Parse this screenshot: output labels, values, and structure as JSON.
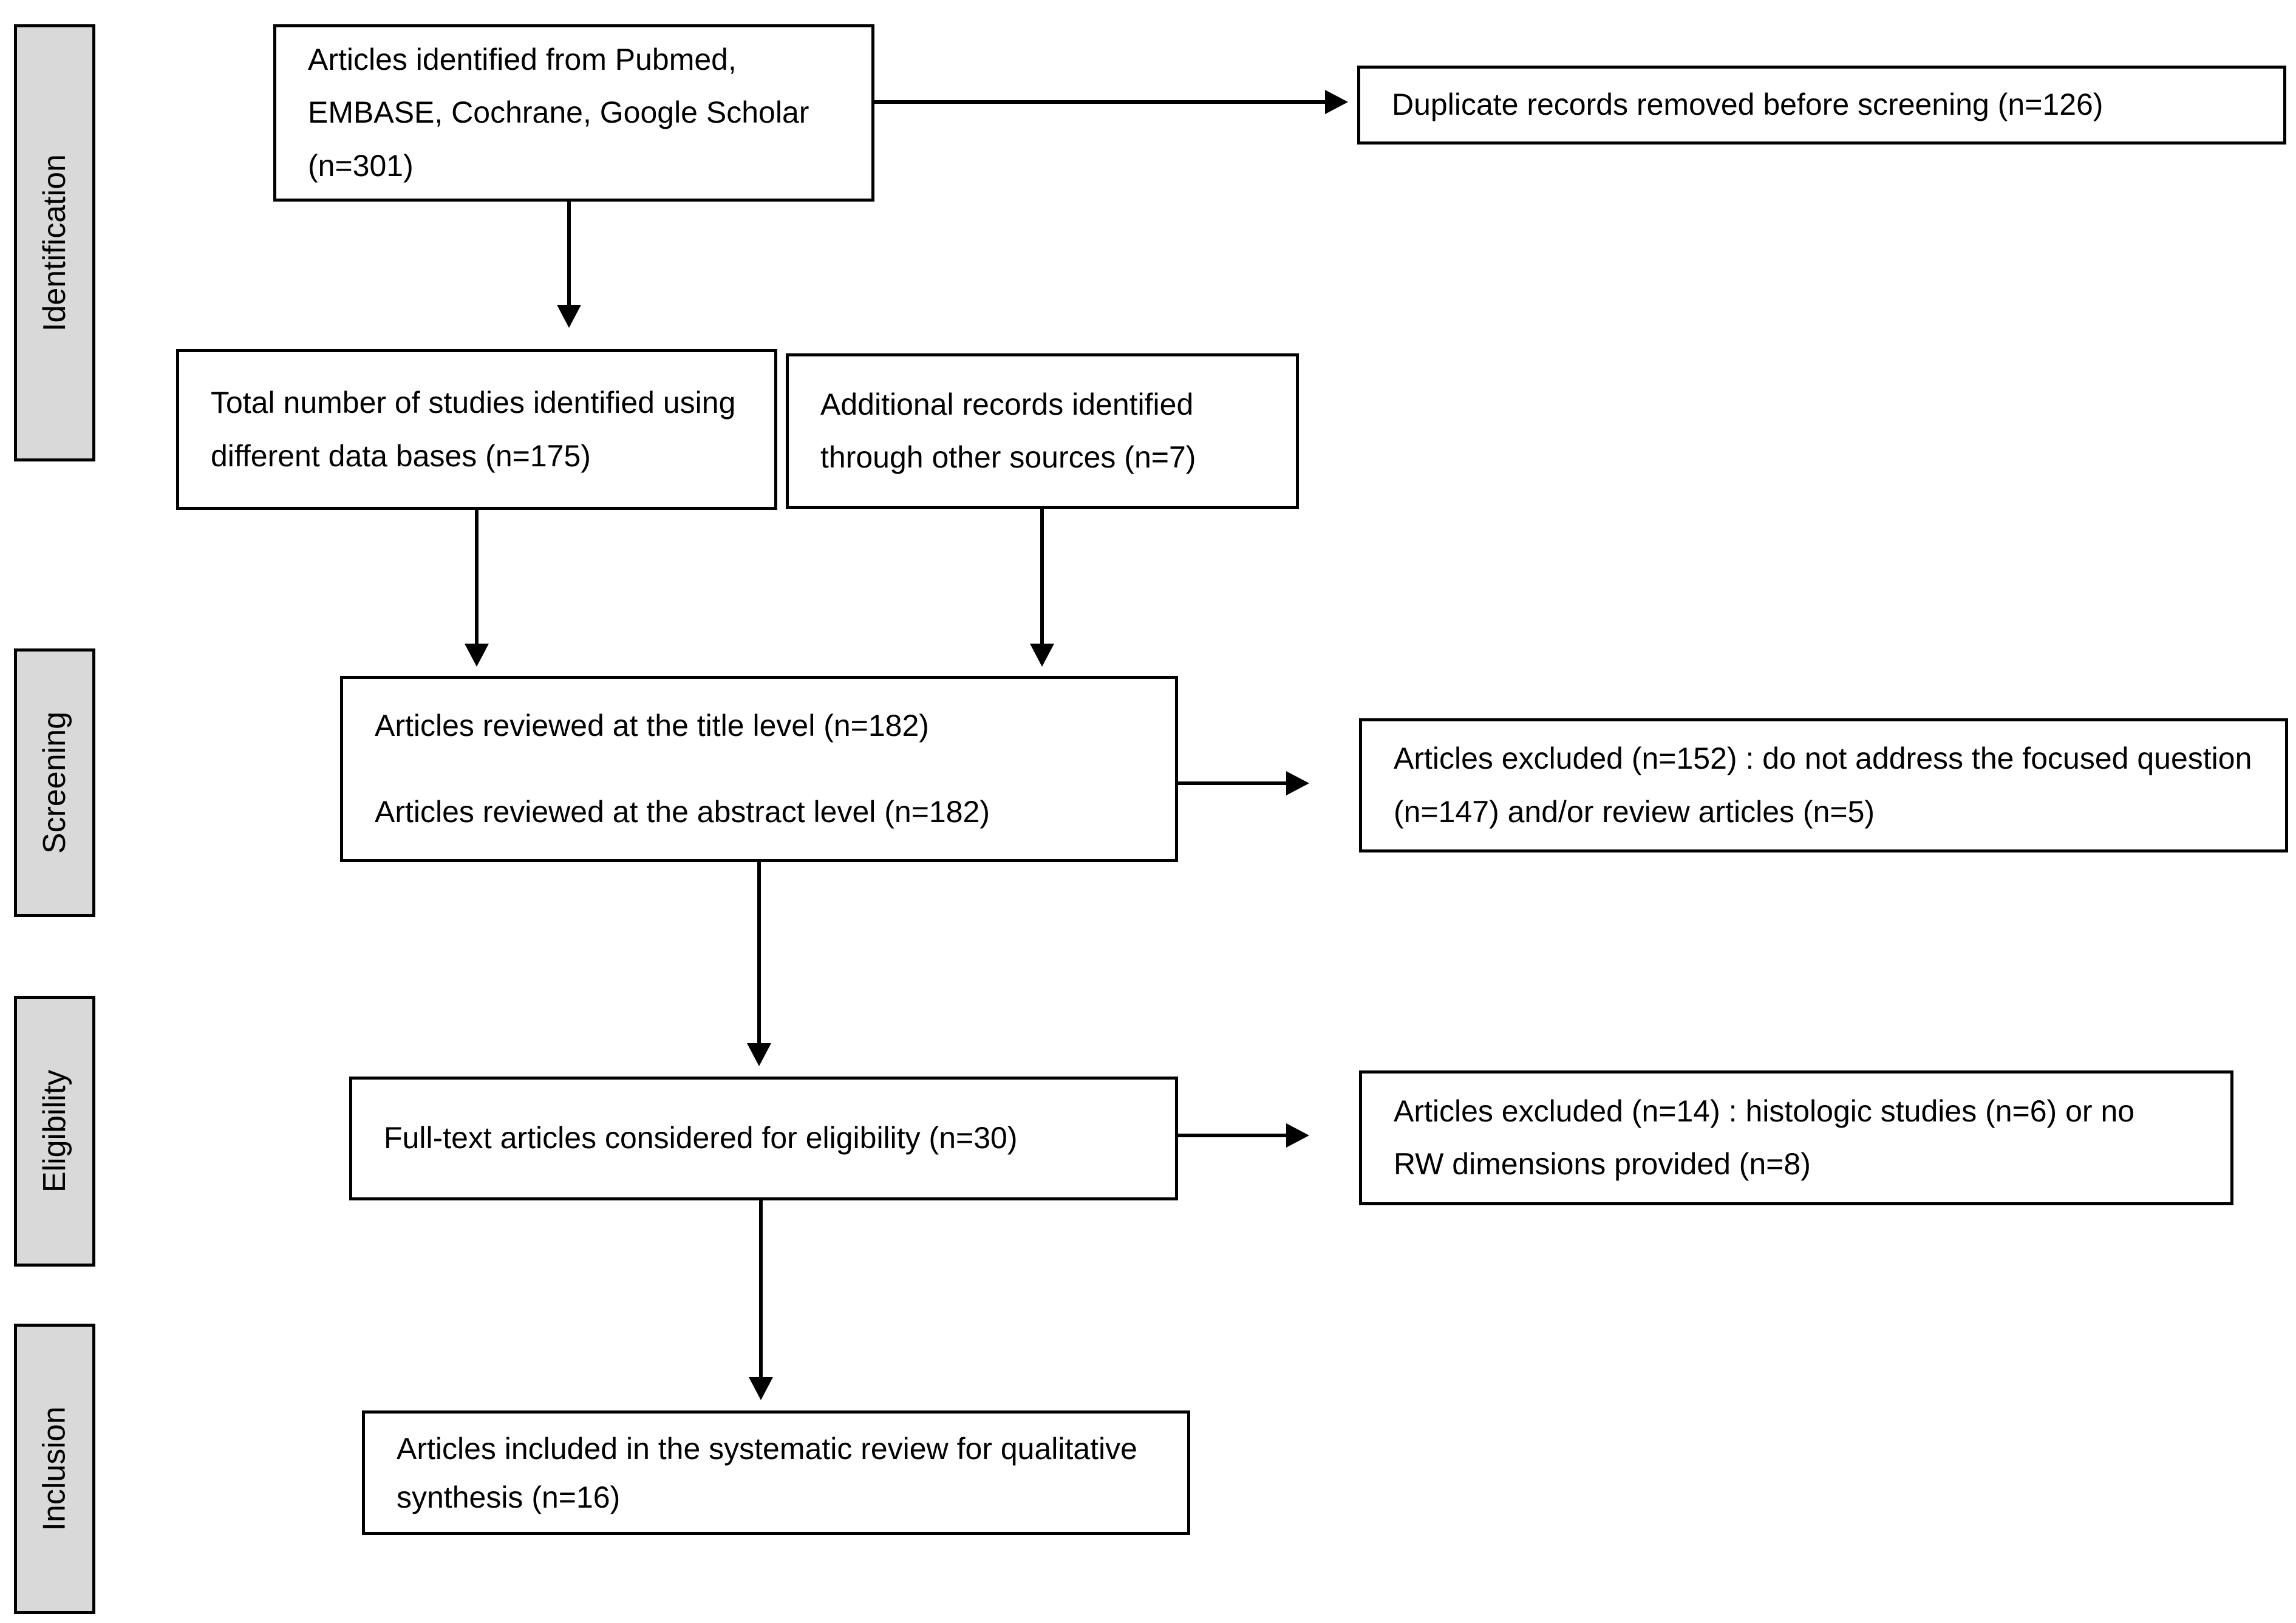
{
  "diagram_type": "prisma-flow",
  "stages": [
    {
      "label": "Identification"
    },
    {
      "label": "Screening"
    },
    {
      "label": "Eligibility"
    },
    {
      "label": "Inclusion"
    }
  ],
  "boxes": {
    "identified": "Articles identified from Pubmed, EMBASE, Cochrane, Google Scholar (n=301)",
    "duplicates": "Duplicate records removed before screening (n=126)",
    "total_databases": "Total number of studies identified using different data bases (n=175)",
    "additional_sources": "Additional records identified through other sources (n=7)",
    "reviewed_title": "Articles reviewed at the title level (n=182)",
    "reviewed_abstract": "Articles reviewed at the abstract level (n=182)",
    "excluded_screening": "Articles excluded (n=152) : do not address the focused question (n=147) and/or review articles (n=5)",
    "fulltext": "Full-text articles considered for eligibility (n=30)",
    "excluded_eligibility": "Articles excluded (n=14) : histologic studies (n=6) or no RW dimensions provided (n=8)",
    "included": "Articles included in the systematic review for qualitative synthesis (n=16)"
  },
  "counts": {
    "identified": 301,
    "duplicates_removed": 126,
    "databases_total": 175,
    "other_sources": 7,
    "reviewed_title_level": 182,
    "reviewed_abstract_level": 182,
    "excluded_screening": 152,
    "not_addressing_focused_question": 147,
    "review_articles": 5,
    "fulltext_considered": 30,
    "excluded_eligibility": 14,
    "histologic_studies": 6,
    "no_rw_dimensions": 8,
    "included_qualitative_synthesis": 16
  },
  "colors": {
    "box_bg": "#ffffff",
    "box_border": "#000000",
    "stage_bg": "#d9d9d9",
    "text": "#000000",
    "arrow": "#000000"
  }
}
